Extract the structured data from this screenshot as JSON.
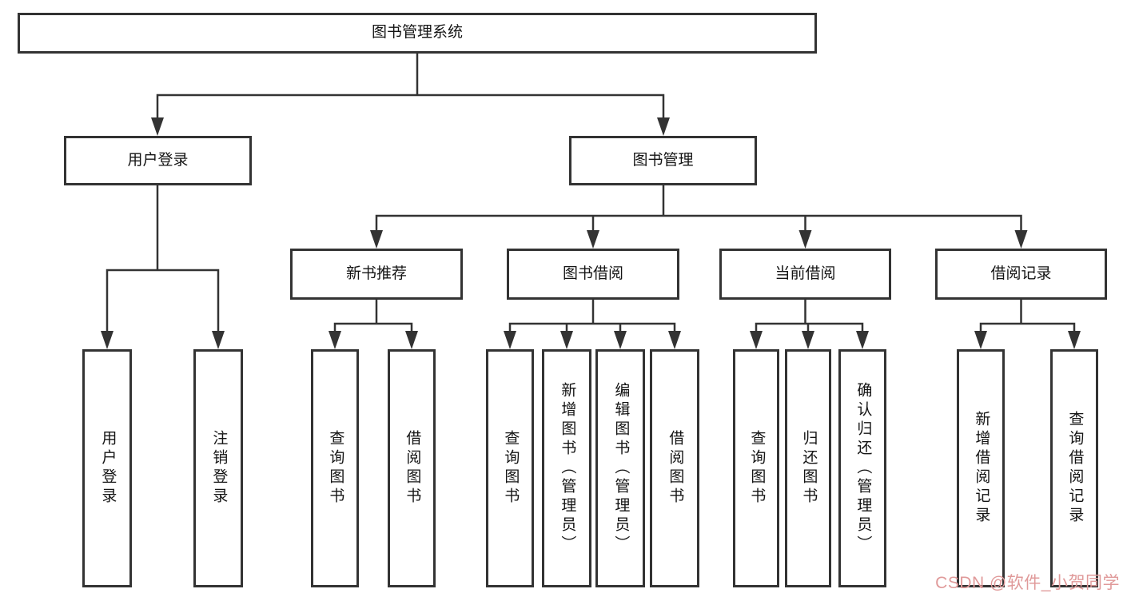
{
  "diagram": {
    "root": {
      "label": "图书管理系统"
    },
    "level2": [
      {
        "label": "用户登录"
      },
      {
        "label": "图书管理"
      }
    ],
    "level3": [
      {
        "label": "新书推荐"
      },
      {
        "label": "图书借阅"
      },
      {
        "label": "当前借阅"
      },
      {
        "label": "借阅记录"
      }
    ],
    "leaves": {
      "user_login": [
        {
          "label": "用户登录"
        },
        {
          "label": "注销登录"
        }
      ],
      "new_book": [
        {
          "label": "查询图书"
        },
        {
          "label": "借阅图书"
        }
      ],
      "borrowing": [
        {
          "label": "查询图书"
        },
        {
          "label": "新增图书（管理员）"
        },
        {
          "label": "编辑图书（管理员）"
        },
        {
          "label": "借阅图书"
        }
      ],
      "current": [
        {
          "label": "查询图书"
        },
        {
          "label": "归还图书"
        },
        {
          "label": "确认归还（管理员）"
        }
      ],
      "records": [
        {
          "label": "新增借阅记录"
        },
        {
          "label": "查询借阅记录"
        }
      ]
    },
    "colors": {
      "line": "#333333",
      "box_border": "#333333",
      "text": "#141414",
      "watermark": "#e09a9a"
    },
    "watermark": "CSDN @软件_小贺同学"
  }
}
